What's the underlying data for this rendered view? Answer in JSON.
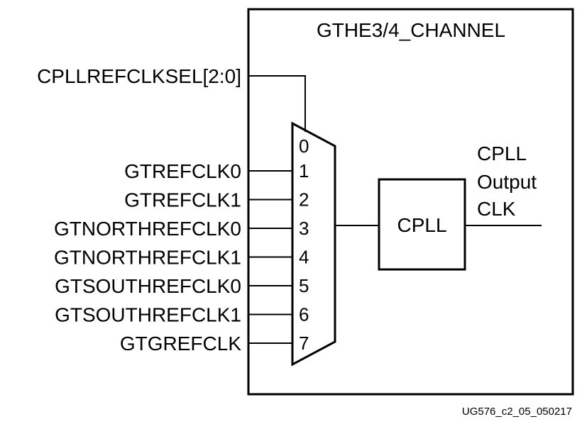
{
  "block": {
    "title": "GTHE3/4_CHANNEL"
  },
  "select_signal": "CPLLREFCLKSEL[2:0]",
  "mux": {
    "select_index": "0",
    "inputs": [
      {
        "index": "1",
        "label": "GTREFCLK0"
      },
      {
        "index": "2",
        "label": "GTREFCLK1"
      },
      {
        "index": "3",
        "label": "GTNORTHREFCLK0"
      },
      {
        "index": "4",
        "label": "GTNORTHREFCLK1"
      },
      {
        "index": "5",
        "label": "GTSOUTHREFCLK0"
      },
      {
        "index": "6",
        "label": "GTSOUTHREFCLK1"
      },
      {
        "index": "7",
        "label": "GTGREFCLK"
      }
    ]
  },
  "pll": {
    "label": "CPLL"
  },
  "output": {
    "line1": "CPLL",
    "line2": "Output",
    "line3": "CLK"
  },
  "figure_id": "UG576_c2_05_050217"
}
